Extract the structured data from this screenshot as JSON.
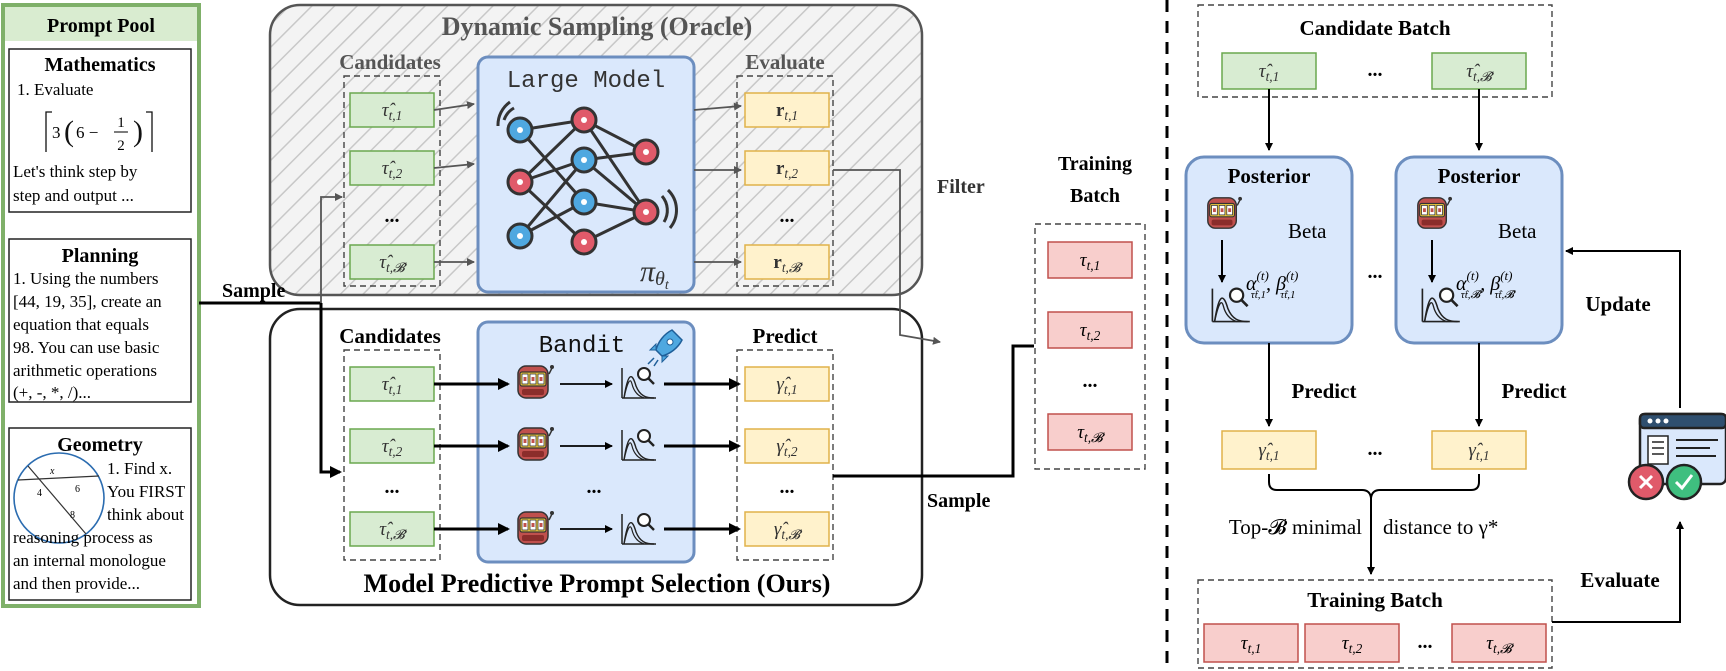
{
  "colors": {
    "pool_border": "#7fb069",
    "pool_header": "#d9ecd0",
    "candidate_fill": "#d8ecd2",
    "candidate_border": "#6aa84f",
    "reward_fill": "#fff2cc",
    "reward_border": "#e0b24a",
    "training_fill": "#f8cecc",
    "training_border": "#c0504d",
    "model_fill": "#dae8fc",
    "model_border": "#6c8ebf",
    "oracle_fill": "#f0f0f0",
    "node_red": "#e05a6a",
    "node_blue": "#4fa8e0"
  },
  "icons": [
    "slot-machine-icon",
    "distribution-magnifier-icon",
    "rocket-icon",
    "neural-network-icon",
    "evaluate-window-icon"
  ],
  "prompt_pool": {
    "title": "Prompt Pool",
    "mathematics": {
      "title": "Mathematics",
      "line1": "1. Evaluate",
      "expr_outer": "3",
      "expr_inner": "6 −",
      "frac_num": "1",
      "frac_den": "2",
      "line2": "Let's think step by",
      "line3": "step and output ..."
    },
    "planning": {
      "title": "Planning",
      "lines": [
        "1. Using the numbers",
        "[44, 19, 35], create an",
        "equation that equals",
        "98. You can use basic",
        "arithmetic operations",
        "(+, -, *, /)..."
      ]
    },
    "geometry": {
      "title": "Geometry",
      "figure_labels": [
        "x",
        "6",
        "4",
        "8"
      ],
      "right_lines": [
        "1. Find x.",
        "You FIRST",
        "think about"
      ],
      "full_lines": [
        "reasoning process as",
        "an internal monologue",
        "and then provide..."
      ]
    }
  },
  "oracle": {
    "title": "Dynamic Sampling (Oracle)",
    "candidates_label": "Candidates",
    "evaluate_label": "Evaluate",
    "model_label": "Large Model",
    "policy_symbol": "π",
    "policy_sub": "θ",
    "policy_subsub": "t",
    "candidates": [
      {
        "sym": "τ̂",
        "sub": "t,1"
      },
      {
        "sym": "τ̂",
        "sub": "t,2"
      },
      {
        "sym": "τ̂",
        "sub": "t,𝓑̂"
      }
    ],
    "rewards": [
      {
        "sym": "r",
        "sub": "t,1"
      },
      {
        "sym": "r",
        "sub": "t,2"
      },
      {
        "sym": "r",
        "sub": "t,𝓑̂"
      }
    ],
    "ellipsis": "...",
    "filter_label": "Filter"
  },
  "mpps": {
    "title": "Model Predictive Prompt Selection (Ours)",
    "candidates_label": "Candidates",
    "predict_label": "Predict",
    "bandit_label": "Bandit",
    "candidates": [
      {
        "sym": "τ̂",
        "sub": "t,1"
      },
      {
        "sym": "τ̂",
        "sub": "t,2"
      },
      {
        "sym": "τ̂",
        "sub": "t,𝓑̂"
      }
    ],
    "predictions": [
      {
        "sym": "γ̂",
        "sub": "t,1"
      },
      {
        "sym": "γ̂",
        "sub": "t,2"
      },
      {
        "sym": "γ̂",
        "sub": "t,𝓑̂"
      }
    ],
    "ellipsis": "..."
  },
  "sample_label_left": "Sample",
  "sample_label_right": "Sample",
  "training_batch": {
    "title_line1": "Training",
    "title_line2": "Batch",
    "items": [
      {
        "sym": "τ",
        "sub": "t,1"
      },
      {
        "sym": "τ",
        "sub": "t,2"
      },
      {
        "sym": "τ",
        "sub": "t,𝓑"
      }
    ],
    "ellipsis": "..."
  },
  "right_panel": {
    "candidate_batch_title": "Candidate Batch",
    "candidates": [
      {
        "sym": "τ̂",
        "sub": "t,1"
      },
      {
        "sym": "τ̂",
        "sub": "t,𝓑̂"
      }
    ],
    "posterior_title": "Posterior",
    "posterior_dist": "Beta",
    "posteriors": [
      {
        "alpha": "α",
        "alpha_sup": "(t)",
        "alpha_sub": "τ̂t,1",
        "beta": "β",
        "beta_sup": "(t)",
        "beta_sub": "τ̂t,1"
      },
      {
        "alpha": "α",
        "alpha_sup": "(t)",
        "alpha_sub": "τ̂t,𝓑̂",
        "beta": "β",
        "beta_sup": "(t)",
        "beta_sub": "τ̂t,𝓑̂"
      }
    ],
    "predict_label": "Predict",
    "predictions": [
      {
        "sym": "γ̂",
        "sub": "t,1"
      },
      {
        "sym": "γ̂",
        "sub": "t,1"
      }
    ],
    "ellipsis": "...",
    "selection_left": "Top-𝓑 minimal",
    "selection_right": "distance to γ*",
    "training_batch_title": "Training Batch",
    "training_items": [
      {
        "sym": "τ",
        "sub": "t,1"
      },
      {
        "sym": "τ",
        "sub": "t,2"
      },
      {
        "sym": "τ",
        "sub": "t,𝓑"
      }
    ],
    "update_label": "Update",
    "evaluate_label": "Evaluate"
  }
}
